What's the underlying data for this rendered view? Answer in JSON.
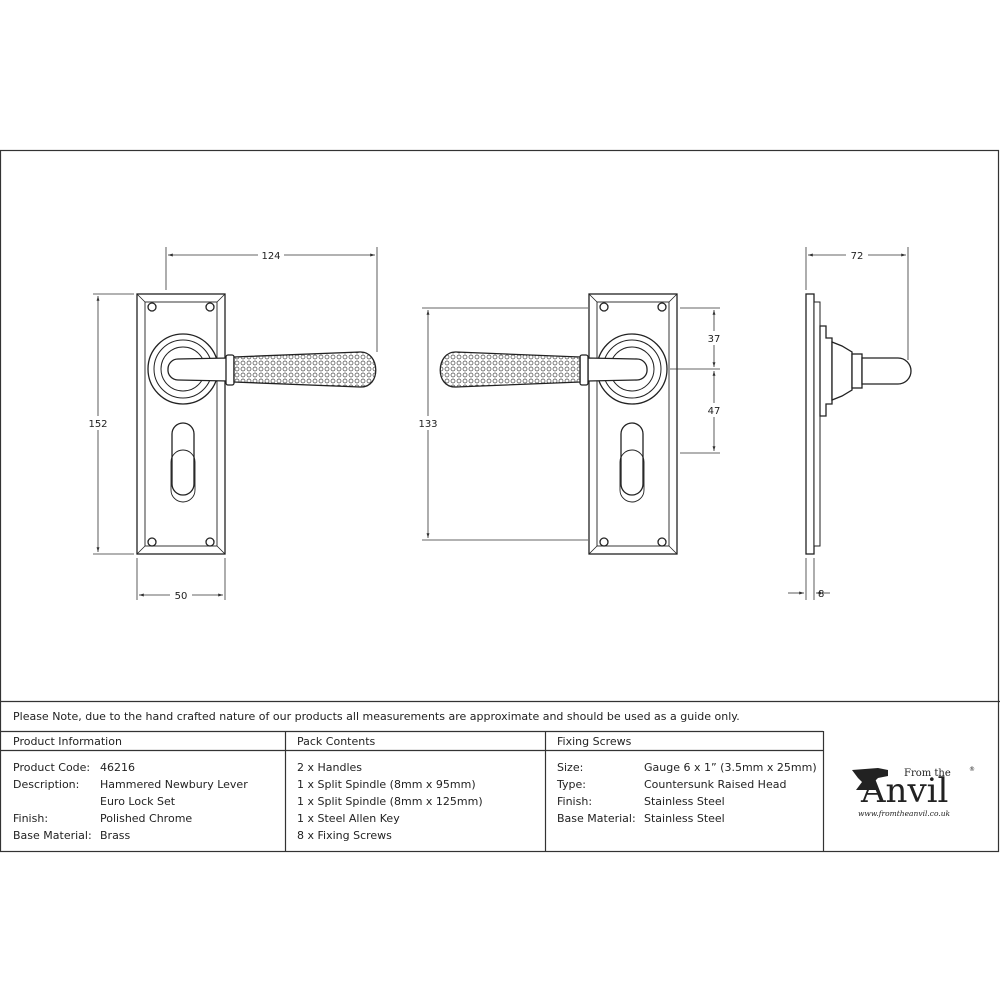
{
  "dimensions": {
    "front_width": "124",
    "front_height": "152",
    "backplate_width": "50",
    "rear_height": "133",
    "rear_top": "37",
    "rear_mid": "47",
    "side_depth": "72",
    "plate_thickness": "8"
  },
  "note": "Please Note, due to the hand crafted nature of our products all measurements are approximate and should be used as a guide only.",
  "product_info": {
    "title": "Product Information",
    "rows": [
      {
        "label": "Product Code:",
        "value": "46216"
      },
      {
        "label": "Description:",
        "value": "Hammered Newbury Lever"
      },
      {
        "label": "",
        "value": "Euro Lock Set"
      },
      {
        "label": "Finish:",
        "value": "Polished Chrome"
      },
      {
        "label": "Base Material:",
        "value": "Brass"
      }
    ]
  },
  "pack_contents": {
    "title": "Pack Contents",
    "items": [
      "2 x Handles",
      "1 x Split Spindle (8mm x 95mm)",
      "1 x Split Spindle (8mm x 125mm)",
      "1 x Steel Allen Key",
      "8 x Fixing Screws"
    ]
  },
  "fixing_screws": {
    "title": "Fixing Screws",
    "rows": [
      {
        "label": "Size:",
        "value": "Gauge 6 x 1” (3.5mm x 25mm)"
      },
      {
        "label": "Type:",
        "value": "Countersunk Raised Head"
      },
      {
        "label": "Finish:",
        "value": "Stainless Steel"
      },
      {
        "label": "Base Material:",
        "value": "Stainless Steel"
      }
    ]
  },
  "logo": {
    "from_the": "From the",
    "name": "Anvil",
    "registered": "®",
    "url": "www.fromtheanvil.co.uk"
  }
}
